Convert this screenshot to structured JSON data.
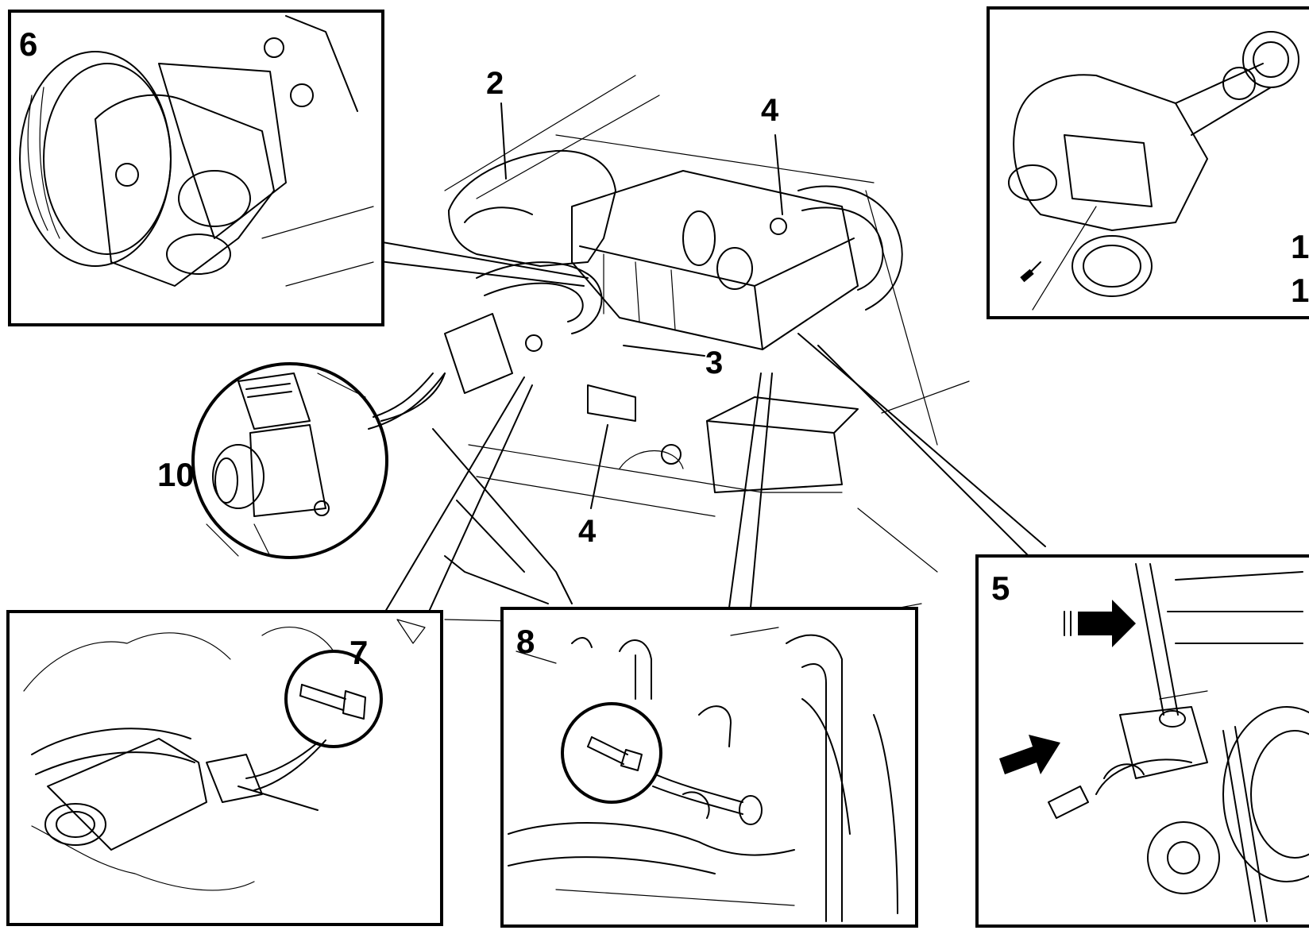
{
  "labels": {
    "n2": "2",
    "n3": "3",
    "n4_top": "4",
    "n4_bottom": "4",
    "n5": "5",
    "n6": "6",
    "n7": "7",
    "n8": "8",
    "n10": "10",
    "n1_upper": "1",
    "n1_lower": "1"
  }
}
